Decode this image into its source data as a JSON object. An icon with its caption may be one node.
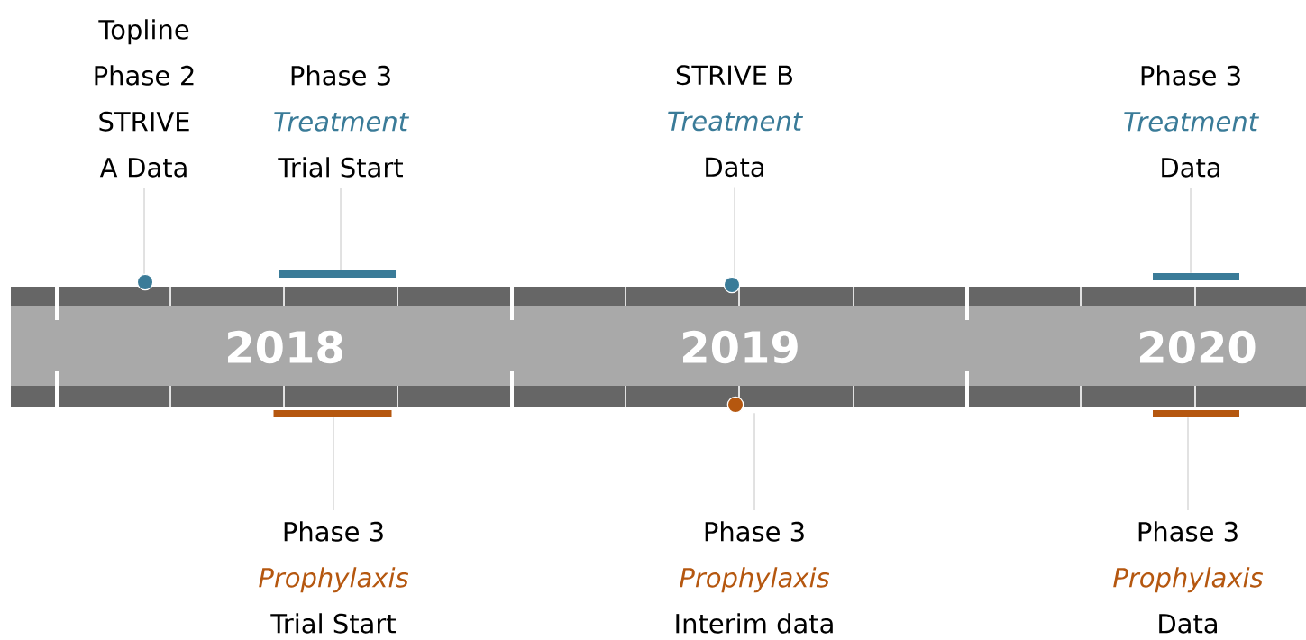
{
  "diagram": {
    "nodes": [
      {
        "text": [
          "Topline Phase 2 STRIVE A Data"
        ]
      },
      {
        "text": [],
        "shape": "circle"
      },
      {
        "text": [
          "Phase 3",
          "Treatment",
          "Trial Start"
        ]
      },
      {
        "text": [],
        "shape": "bar"
      },
      {
        "text": [
          "STRIVE B",
          "Treatment",
          "Data"
        ]
      },
      {
        "text": [],
        "shape": "circle"
      },
      {
        "text": [
          "Phase 3",
          "Treatment",
          "Data"
        ]
      },
      {
        "text": [],
        "shape": "bar"
      },
      {
        "text": [],
        "shape": "bar"
      },
      {
        "text": [],
        "shape": "circle"
      },
      {
        "text": [],
        "shape": "bar"
      },
      {
        "text": [
          "Phase 3",
          "Prophylaxis",
          "Trial Start"
        ]
      },
      {
        "text": [
          "Phase 3",
          "Prophylaxis",
          "Interim data"
        ]
      },
      {
        "text": [
          "Phase 3",
          "Prophylaxis",
          "Data"
        ]
      }
    ],
    "edges": [
      {
        "from": 0,
        "to": 1,
        "arrow": "none"
      },
      {
        "from": 2,
        "to": 3,
        "arrow": "none"
      },
      {
        "from": 4,
        "to": 5,
        "arrow": "none"
      },
      {
        "from": 6,
        "to": 7,
        "arrow": "none"
      },
      {
        "from": 11,
        "to": 8,
        "arrow": "none"
      },
      {
        "from": 12,
        "to": 9,
        "arrow": "none"
      },
      {
        "from": 13,
        "to": 10,
        "arrow": "none"
      }
    ],
    "labels": [
      "2018",
      "2019",
      "2020"
    ]
  }
}
